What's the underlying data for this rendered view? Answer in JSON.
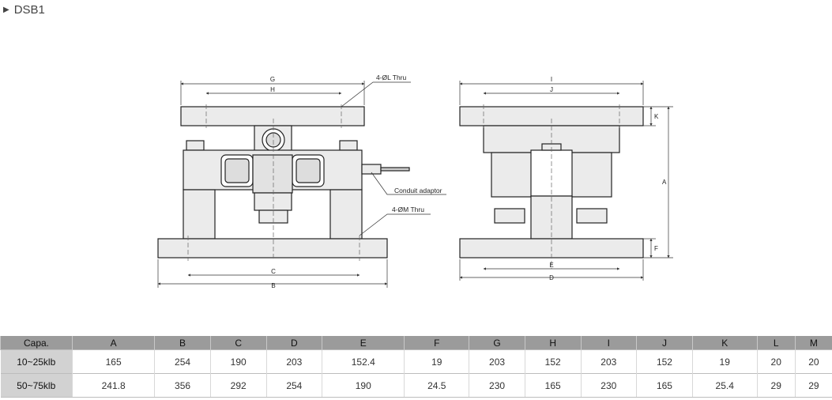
{
  "title": {
    "label": "DSB1",
    "marker_icon": "triangle-right-icon"
  },
  "diagram": {
    "front": {
      "dims": {
        "g": "G",
        "h": "H",
        "c": "C",
        "b": "B"
      },
      "callouts": {
        "l_thru": "4-ØL Thru",
        "conduit": "Conduit adaptor",
        "m_thru": "4-ØM Thru"
      }
    },
    "side": {
      "dims": {
        "i": "I",
        "j": "J",
        "k": "K",
        "a": "A",
        "f": "F",
        "e": "E",
        "d": "D"
      }
    }
  },
  "table": {
    "headers": [
      "Capa.",
      "A",
      "B",
      "C",
      "D",
      "E",
      "F",
      "G",
      "H",
      "I",
      "J",
      "K",
      "L",
      "M"
    ],
    "rows": [
      [
        "10~25klb",
        "165",
        "254",
        "190",
        "203",
        "152.4",
        "19",
        "203",
        "152",
        "203",
        "152",
        "19",
        "20",
        "20"
      ],
      [
        "50~75klb",
        "241.8",
        "356",
        "292",
        "254",
        "190",
        "24.5",
        "230",
        "165",
        "230",
        "165",
        "25.4",
        "29",
        "29"
      ]
    ]
  }
}
